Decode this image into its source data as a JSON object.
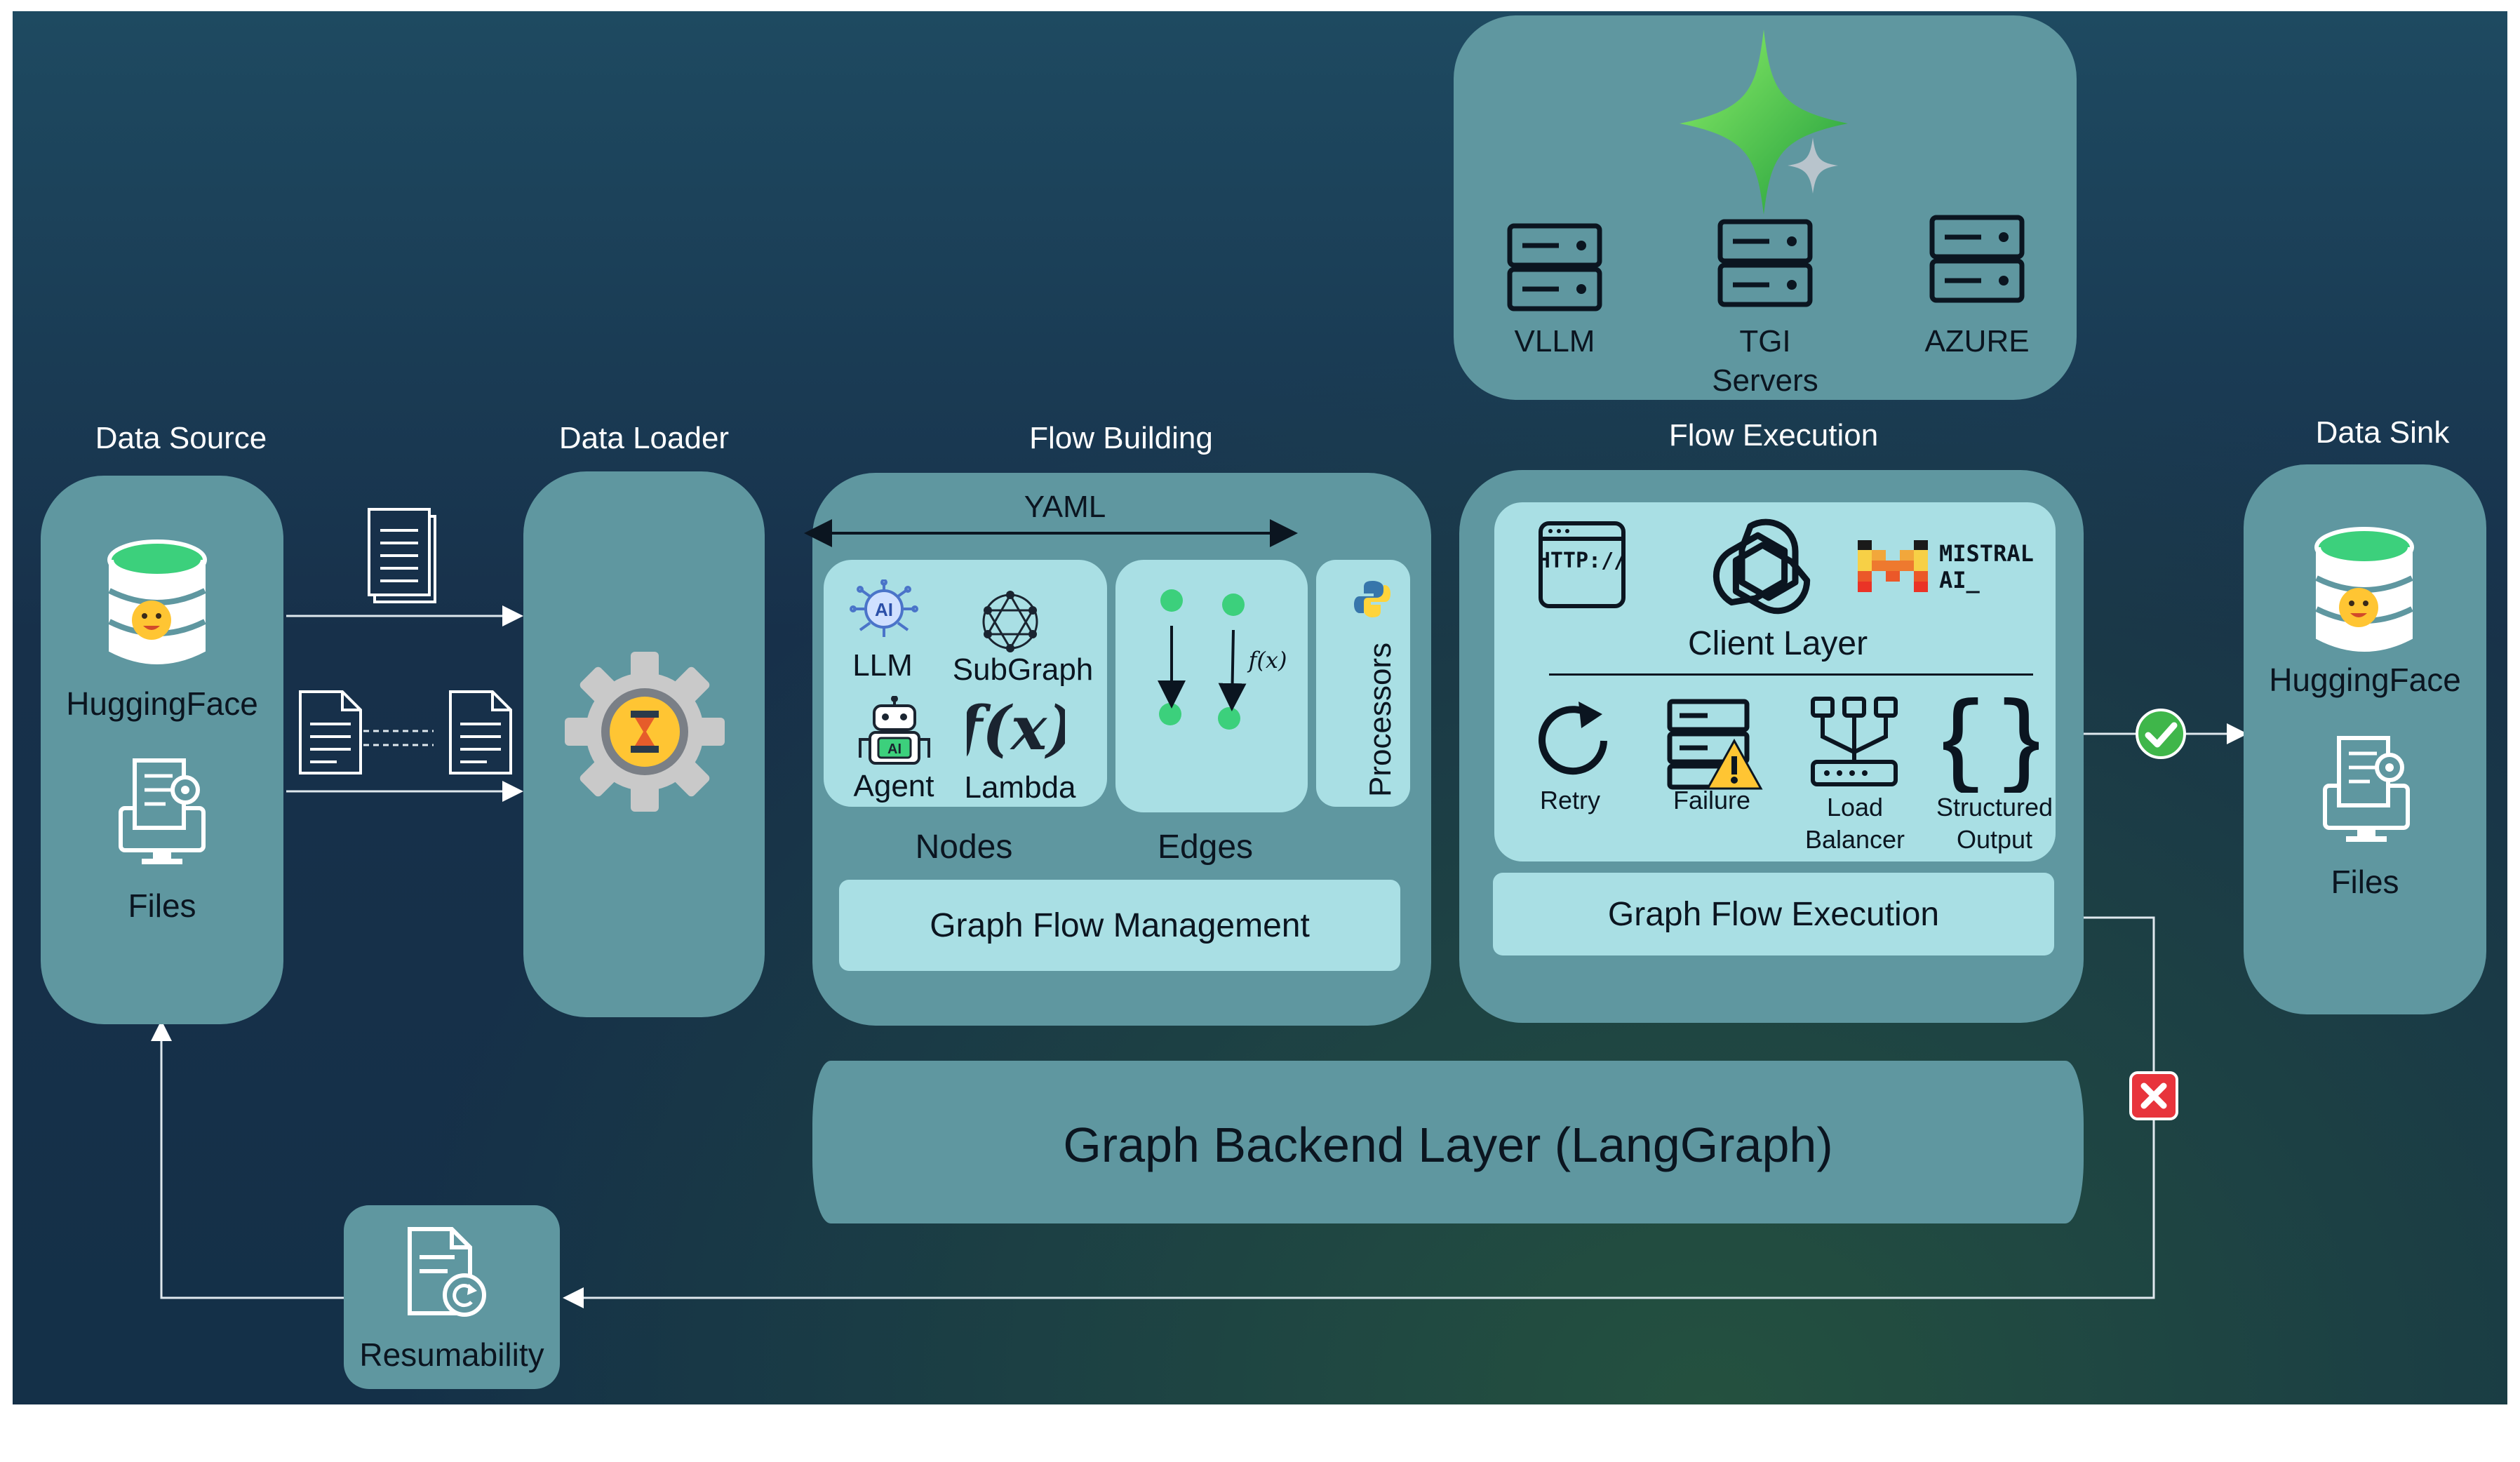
{
  "sections": {
    "data_source": "Data Source",
    "data_loader": "Data Loader",
    "flow_building": "Flow Building",
    "flow_execution": "Flow Execution",
    "data_sink": "Data Sink"
  },
  "data_source": {
    "huggingface": "HuggingFace",
    "files": "Files"
  },
  "data_sink": {
    "huggingface": "HuggingFace",
    "files": "Files"
  },
  "servers": {
    "vllm": "VLLM",
    "tgi_line1": "TGI",
    "tgi_line2": "Servers",
    "azure": "AZURE"
  },
  "flow_building": {
    "yaml": "YAML",
    "llm": "LLM",
    "subgraph": "SubGraph",
    "agent": "Agent",
    "lambda": "Lambda",
    "nodes": "Nodes",
    "edges": "Edges",
    "processors": "Processors",
    "fx": "f(x)",
    "management": "Graph Flow Management"
  },
  "flow_execution": {
    "http": "HTTP://",
    "client_layer": "Client Layer",
    "mistral_line1": "MISTRAL",
    "mistral_line2": "AI_",
    "retry": "Retry",
    "failure": "Failure",
    "load_line1": "Load",
    "load_line2": "Balancer",
    "structured_line1": "Structured",
    "structured_line2": "Output",
    "execution": "Graph Flow Execution"
  },
  "backend": "Graph Backend Layer (LangGraph)",
  "resumability": "Resumability",
  "colors": {
    "panel": "#5f97a0",
    "inner": "#a9dfe4",
    "success": "#3fb64a",
    "error": "#e8343c"
  }
}
